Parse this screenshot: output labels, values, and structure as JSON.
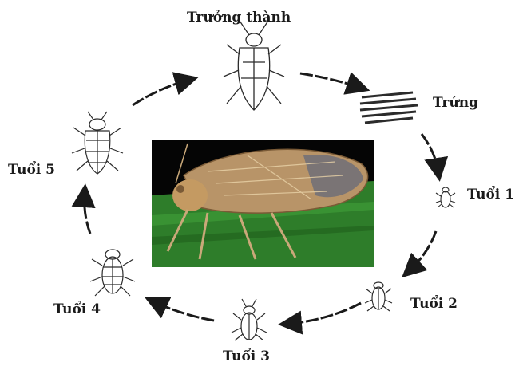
{
  "lifecycle": {
    "stages": {
      "adult": "Trưởng thành",
      "egg": "Trứng",
      "instar1": "Tuổi 1",
      "instar2": "Tuổi 2",
      "instar3": "Tuổi 3",
      "instar4": "Tuổi 4",
      "instar5": "Tuổi 5"
    },
    "colors": {
      "arrow": "#1a1a1a",
      "sketch": "#2b2b2b",
      "leaf": "#2e7d2a",
      "background_photo": "#050505",
      "insect_body": "#c49a62"
    }
  }
}
